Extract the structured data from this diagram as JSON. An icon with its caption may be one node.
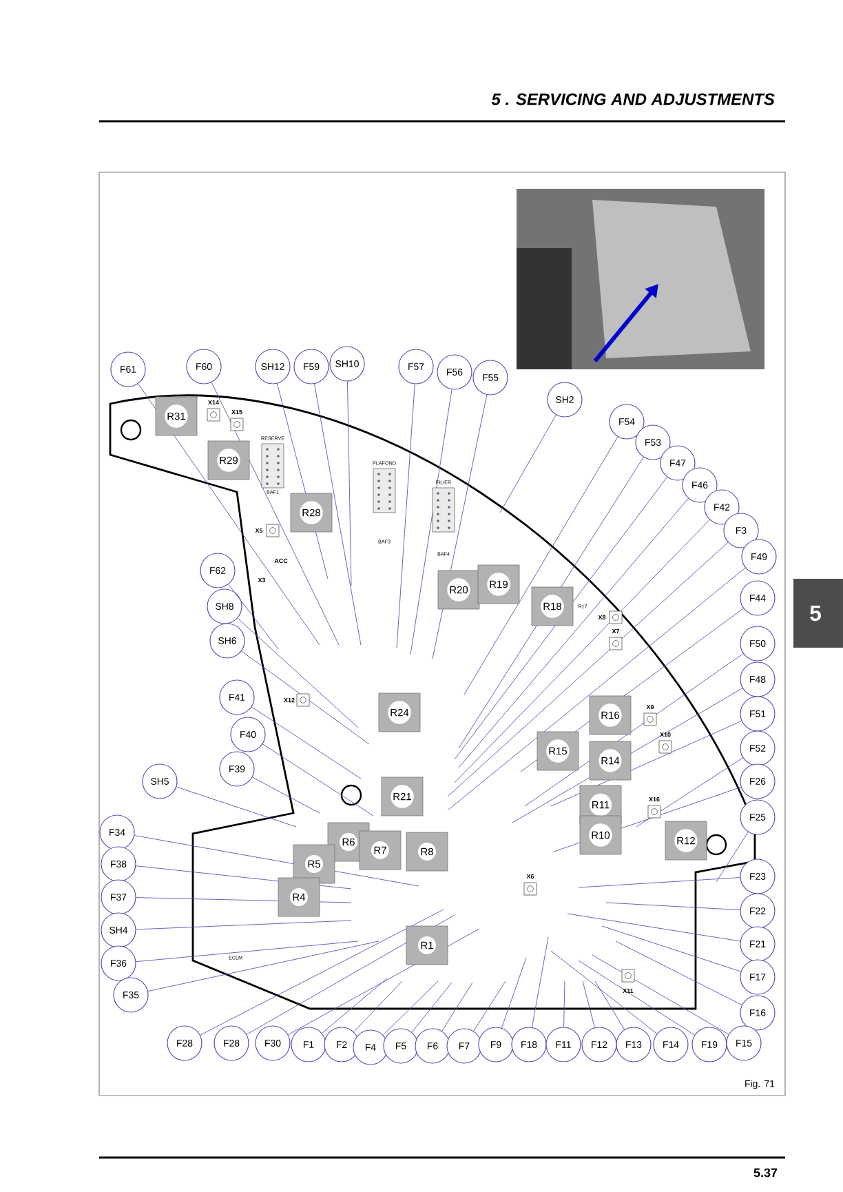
{
  "diagram": {
    "title": "5 . SERVICING AND ADJUSTMENTS",
    "caption": "Fig. 71",
    "nodes": [
      {
        "text": [
          "F61"
        ]
      },
      {
        "text": [
          "F60"
        ]
      },
      {
        "text": [
          "SH12"
        ]
      },
      {
        "text": [
          "F59"
        ]
      },
      {
        "text": [
          "SH10"
        ]
      },
      {
        "text": [
          "F57"
        ]
      },
      {
        "text": [
          "F56"
        ]
      },
      {
        "text": [
          "F55"
        ]
      },
      {
        "text": [
          "SH2"
        ]
      },
      {
        "text": [
          "F54"
        ]
      },
      {
        "text": [
          "F53"
        ]
      },
      {
        "text": [
          "F47"
        ]
      },
      {
        "text": [
          "F46"
        ]
      },
      {
        "text": [
          "F42"
        ]
      },
      {
        "text": [
          "F3"
        ]
      },
      {
        "text": [
          "F49"
        ]
      },
      {
        "text": [
          "F44"
        ]
      },
      {
        "text": [
          "F50"
        ]
      },
      {
        "text": [
          "F48"
        ]
      },
      {
        "text": [
          "F51"
        ]
      },
      {
        "text": [
          "F52"
        ]
      },
      {
        "text": [
          "F26"
        ]
      },
      {
        "text": [
          "F25"
        ]
      },
      {
        "text": [
          "F23"
        ]
      },
      {
        "text": [
          "F22"
        ]
      },
      {
        "text": [
          "F21"
        ]
      },
      {
        "text": [
          "F17"
        ]
      },
      {
        "text": [
          "F16"
        ]
      },
      {
        "text": [
          "F62"
        ]
      },
      {
        "text": [
          "SH8"
        ]
      },
      {
        "text": [
          "SH6"
        ]
      },
      {
        "text": [
          "F41"
        ]
      },
      {
        "text": [
          "F40"
        ]
      },
      {
        "text": [
          "F39"
        ]
      },
      {
        "text": [
          "SH5"
        ]
      },
      {
        "text": [
          "F34"
        ]
      },
      {
        "text": [
          "F38"
        ]
      },
      {
        "text": [
          "F37"
        ]
      },
      {
        "text": [
          "SH4"
        ]
      },
      {
        "text": [
          "F36"
        ]
      },
      {
        "text": [
          "F35"
        ]
      },
      {
        "text": [
          "F28"
        ]
      },
      {
        "text": [
          "F28"
        ]
      },
      {
        "text": [
          "F30"
        ]
      },
      {
        "text": [
          "F1"
        ]
      },
      {
        "text": [
          "F2"
        ]
      },
      {
        "text": [
          "F4"
        ]
      },
      {
        "text": [
          "F5"
        ]
      },
      {
        "text": [
          "F6"
        ]
      },
      {
        "text": [
          "F7"
        ]
      },
      {
        "text": [
          "F9"
        ]
      },
      {
        "text": [
          "F18"
        ]
      },
      {
        "text": [
          "F11"
        ]
      },
      {
        "text": [
          "F12"
        ]
      },
      {
        "text": [
          "F13"
        ]
      },
      {
        "text": [
          "F14"
        ]
      },
      {
        "text": [
          "F19"
        ]
      },
      {
        "text": [
          "F15"
        ]
      }
    ],
    "edges": [
      {
        "from": 0,
        "to": null,
        "arrow": "none"
      },
      {
        "from": 1,
        "to": null,
        "arrow": "none"
      },
      {
        "from": 2,
        "to": null,
        "arrow": "none"
      },
      {
        "from": 3,
        "to": null,
        "arrow": "none"
      },
      {
        "from": 4,
        "to": null,
        "arrow": "none"
      },
      {
        "from": 5,
        "to": null,
        "arrow": "none"
      },
      {
        "from": 6,
        "to": null,
        "arrow": "none"
      },
      {
        "from": 7,
        "to": null,
        "arrow": "none"
      },
      {
        "from": 8,
        "to": null,
        "arrow": "none"
      },
      {
        "from": 9,
        "to": null,
        "arrow": "none"
      },
      {
        "from": 10,
        "to": null,
        "arrow": "none"
      },
      {
        "from": 11,
        "to": null,
        "arrow": "none"
      },
      {
        "from": 12,
        "to": null,
        "arrow": "none"
      },
      {
        "from": 13,
        "to": null,
        "arrow": "none"
      },
      {
        "from": 14,
        "to": null,
        "arrow": "none"
      },
      {
        "from": 15,
        "to": null,
        "arrow": "none"
      },
      {
        "from": 16,
        "to": null,
        "arrow": "none"
      },
      {
        "from": 17,
        "to": null,
        "arrow": "none"
      },
      {
        "from": 18,
        "to": null,
        "arrow": "none"
      },
      {
        "from": 19,
        "to": null,
        "arrow": "none"
      },
      {
        "from": 20,
        "to": null,
        "arrow": "none"
      },
      {
        "from": 21,
        "to": null,
        "arrow": "none"
      },
      {
        "from": 22,
        "to": null,
        "arrow": "none"
      },
      {
        "from": 23,
        "to": null,
        "arrow": "none"
      },
      {
        "from": 24,
        "to": null,
        "arrow": "none"
      },
      {
        "from": 25,
        "to": null,
        "arrow": "none"
      },
      {
        "from": 26,
        "to": null,
        "arrow": "none"
      },
      {
        "from": 27,
        "to": null,
        "arrow": "none"
      },
      {
        "from": 28,
        "to": null,
        "arrow": "none"
      },
      {
        "from": 29,
        "to": null,
        "arrow": "none"
      },
      {
        "from": 30,
        "to": null,
        "arrow": "none"
      },
      {
        "from": 31,
        "to": null,
        "arrow": "none"
      },
      {
        "from": 32,
        "to": null,
        "arrow": "none"
      },
      {
        "from": 33,
        "to": null,
        "arrow": "none"
      },
      {
        "from": 34,
        "to": null,
        "arrow": "none"
      },
      {
        "from": 35,
        "to": null,
        "arrow": "none"
      },
      {
        "from": 36,
        "to": null,
        "arrow": "none"
      },
      {
        "from": 37,
        "to": null,
        "arrow": "none"
      },
      {
        "from": 38,
        "to": null,
        "arrow": "none"
      },
      {
        "from": 39,
        "to": null,
        "arrow": "none"
      },
      {
        "from": 40,
        "to": null,
        "arrow": "none"
      },
      {
        "from": 41,
        "to": null,
        "arrow": "none"
      },
      {
        "from": 42,
        "to": null,
        "arrow": "none"
      },
      {
        "from": 43,
        "to": null,
        "arrow": "none"
      },
      {
        "from": 44,
        "to": null,
        "arrow": "none"
      },
      {
        "from": 45,
        "to": null,
        "arrow": "none"
      },
      {
        "from": 46,
        "to": null,
        "arrow": "none"
      },
      {
        "from": 47,
        "to": null,
        "arrow": "none"
      },
      {
        "from": 48,
        "to": null,
        "arrow": "none"
      },
      {
        "from": 49,
        "to": null,
        "arrow": "none"
      },
      {
        "from": 50,
        "to": null,
        "arrow": "none"
      },
      {
        "from": 51,
        "to": null,
        "arrow": "none"
      },
      {
        "from": 52,
        "to": null,
        "arrow": "none"
      },
      {
        "from": 53,
        "to": null,
        "arrow": "none"
      },
      {
        "from": 54,
        "to": null,
        "arrow": "none"
      },
      {
        "from": 55,
        "to": null,
        "arrow": "none"
      },
      {
        "from": 56,
        "to": null,
        "arrow": "none"
      },
      {
        "from": 57,
        "to": null,
        "arrow": "none"
      }
    ],
    "labels": [
      "R31",
      "X14",
      "X15",
      "RESERVE",
      "R29",
      "BAF1",
      "PLAFOND",
      "BAF3",
      "FILIER",
      "BAF4",
      "R28",
      "X5",
      "ACC",
      "X3",
      "R20",
      "R19",
      "R18",
      "R17",
      "X8",
      "X7",
      "R24",
      "X12",
      "R21",
      "R16",
      "X9",
      "R15",
      "R14",
      "X10",
      "R11",
      "X16",
      "R10",
      "R12",
      "R6",
      "R7",
      "R8",
      "R5",
      "R4",
      "R1",
      "X6",
      "X11",
      "ECLM",
      "5",
      "5.37"
    ]
  }
}
